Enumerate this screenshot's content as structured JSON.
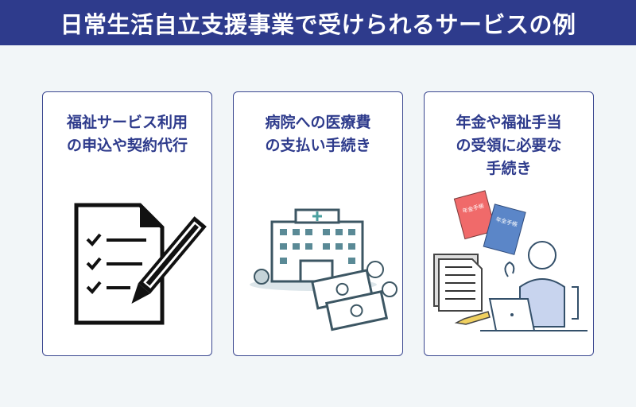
{
  "header": {
    "title": "日常生活自立支援事業で受けられるサービスの例"
  },
  "cards": [
    {
      "title_lines": [
        "福祉サービス利用",
        "の申込や契約代行"
      ],
      "icon": "checklist-pen-icon"
    },
    {
      "title_lines": [
        "病院への医療費",
        "の支払い手続き"
      ],
      "icon": "hospital-money-icon"
    },
    {
      "title_lines": [
        "年金や福祉手当",
        "の受領に必要な",
        "手続き"
      ],
      "icon": "pension-procedure-icon",
      "book_label": "年金手帳"
    }
  ],
  "colors": {
    "header": "#2e3b8c",
    "background": "#f2f6f8",
    "accent_red": "#f06a6a",
    "accent_blue": "#5b86c8"
  }
}
